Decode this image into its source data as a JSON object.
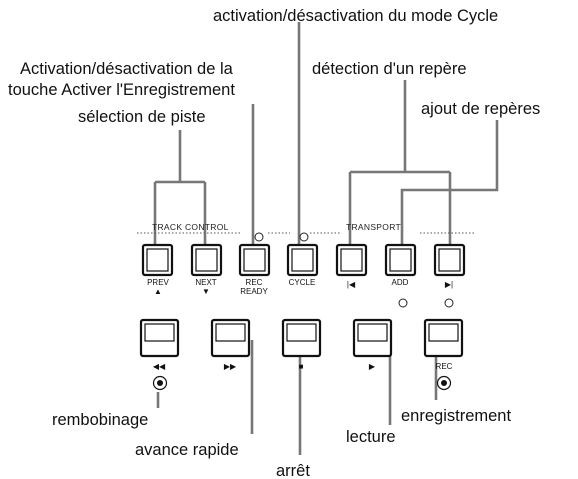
{
  "captions": {
    "cycle": "activation/désactivation du mode Cycle",
    "rec_ready_line1": "Activation/désactivation de la",
    "rec_ready_line2": "touche Activer l'Enregistrement",
    "marker_detect": "détection d'un repère",
    "track_select": "sélection de piste",
    "add_markers": "ajout de repères",
    "rewind": "rembobinage",
    "fast_forward": "avance rapide",
    "stop": "arrêt",
    "play": "lecture",
    "record": "enregistrement"
  },
  "sections": {
    "track_control": "TRACK  CONTROL",
    "transport": "TRANSPORT"
  },
  "buttons": {
    "prev": "PREV",
    "next": "NEXT",
    "rec_line1": "REC",
    "rec_line2": "READY",
    "cycle": "CYCLE",
    "add": "ADD",
    "rec": "REC"
  },
  "icons": {
    "up_arrow": "▲",
    "down_arrow": "▼",
    "rewind": "◀◀",
    "fast_forward": "▶▶",
    "stop": "■",
    "play": "▶",
    "marker_prev": "|◀",
    "marker_next": "▶|"
  }
}
